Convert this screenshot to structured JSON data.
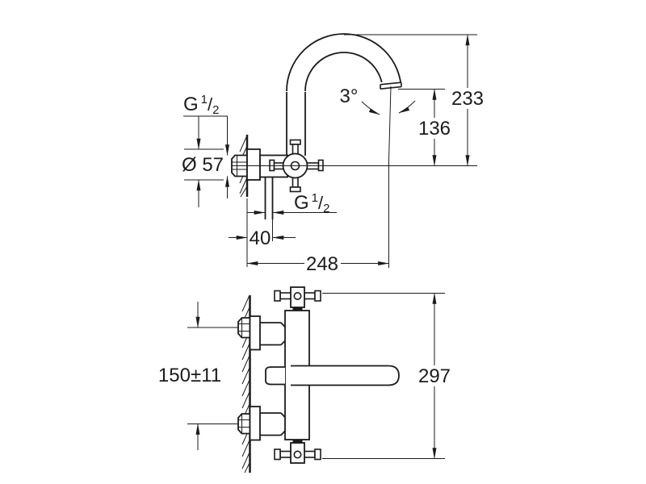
{
  "colors": {
    "line_color": "#1b1b1b",
    "background": "#ffffff"
  },
  "side_view": {
    "labels": {
      "thread_top": {
        "base": "G",
        "numerator": "1",
        "slash": "/",
        "denominator": "2"
      },
      "flange_diameter": "Ø 57",
      "spout_angle": "3°",
      "height_to_spout_top": "233",
      "height_to_outlet": "136",
      "thread_bottom": {
        "base": "G",
        "numerator": "1",
        "slash": "/",
        "denominator": "2"
      },
      "pipe_wall_offset": "40",
      "spout_reach": "248"
    }
  },
  "top_view": {
    "labels": {
      "connection_spacing": "150±11",
      "overall_width": "297"
    }
  }
}
